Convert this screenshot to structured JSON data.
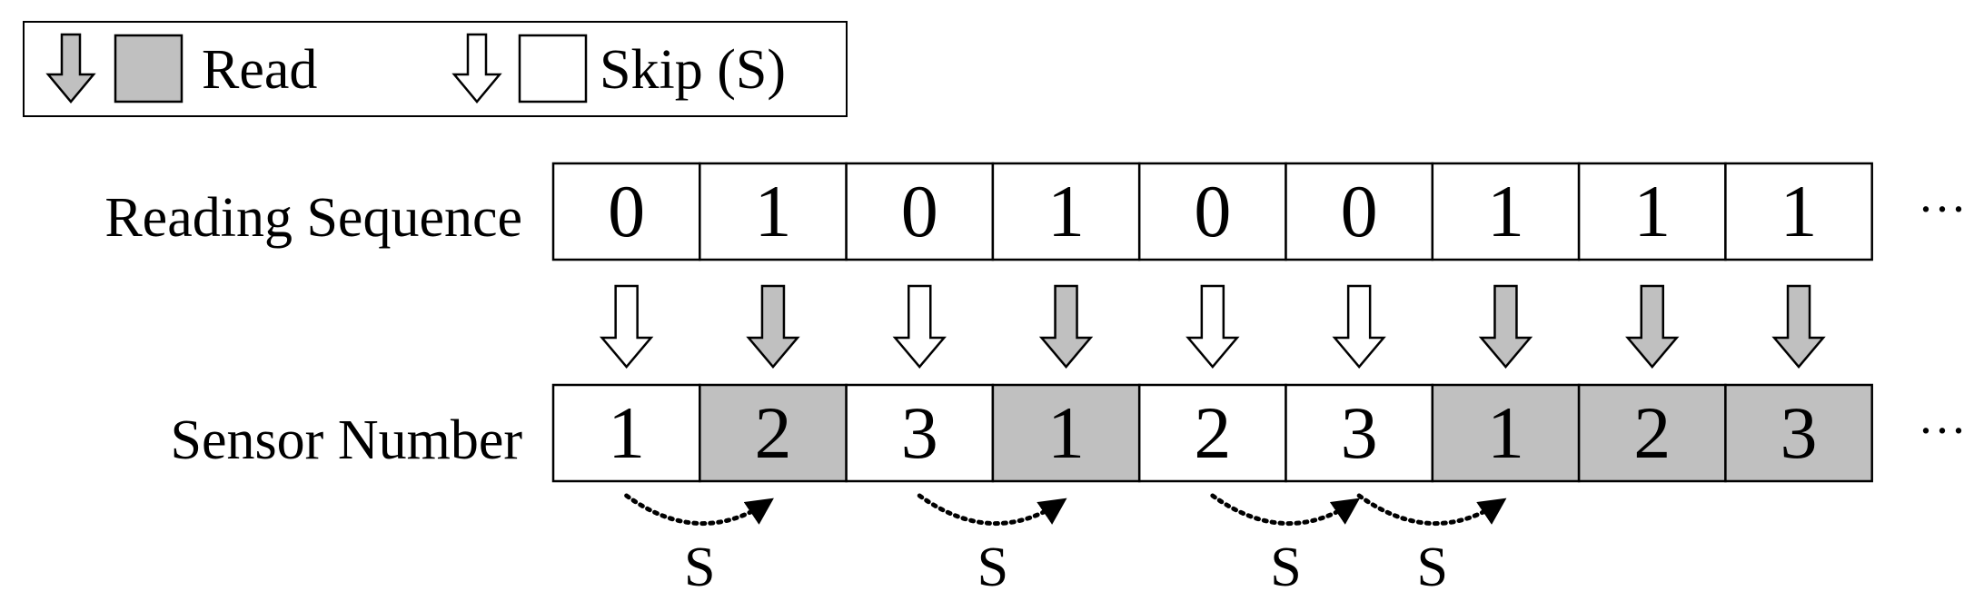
{
  "legend": {
    "read_label": "Read",
    "skip_label": "Skip (S)"
  },
  "row_labels": {
    "reading_sequence": "Reading Sequence",
    "sensor_number": "Sensor Number"
  },
  "reading_sequence": [
    "0",
    "1",
    "0",
    "1",
    "0",
    "0",
    "1",
    "1",
    "1"
  ],
  "sensor_numbers": [
    "1",
    "2",
    "3",
    "1",
    "2",
    "3",
    "1",
    "2",
    "3"
  ],
  "continuation": "···",
  "skip_marker": "S",
  "skips": [
    {
      "from": 0,
      "to": 1
    },
    {
      "from": 2,
      "to": 3
    },
    {
      "from": 4,
      "to": 5
    },
    {
      "from": 5,
      "to": 6
    }
  ],
  "colors": {
    "read_fill": "#c0c0c0",
    "skip_fill": "#ffffff",
    "stroke": "#000000"
  }
}
